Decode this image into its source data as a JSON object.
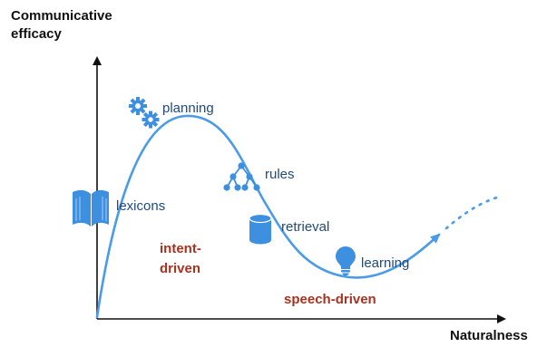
{
  "axes": {
    "y_title_line1": "Communicative",
    "y_title_line2": "efficacy",
    "x_title": "Naturalness"
  },
  "stages": {
    "lexicons": "lexicons",
    "planning": "planning",
    "rules": "rules",
    "retrieval": "retrieval",
    "learning": "learning"
  },
  "regions": {
    "intent_line1": "intent-",
    "intent_line2": "driven",
    "speech": "speech-driven"
  },
  "icons": {
    "lexicons": "book-icon",
    "planning": "gears-icon",
    "rules": "tree-icon",
    "retrieval": "database-icon",
    "learning": "lightbulb-icon"
  },
  "colors": {
    "curve": "#4a9be8",
    "icon": "#3d8fe0",
    "stage_label": "#1f4a7a",
    "region_label": "#a8321f",
    "axis": "#111111"
  }
}
